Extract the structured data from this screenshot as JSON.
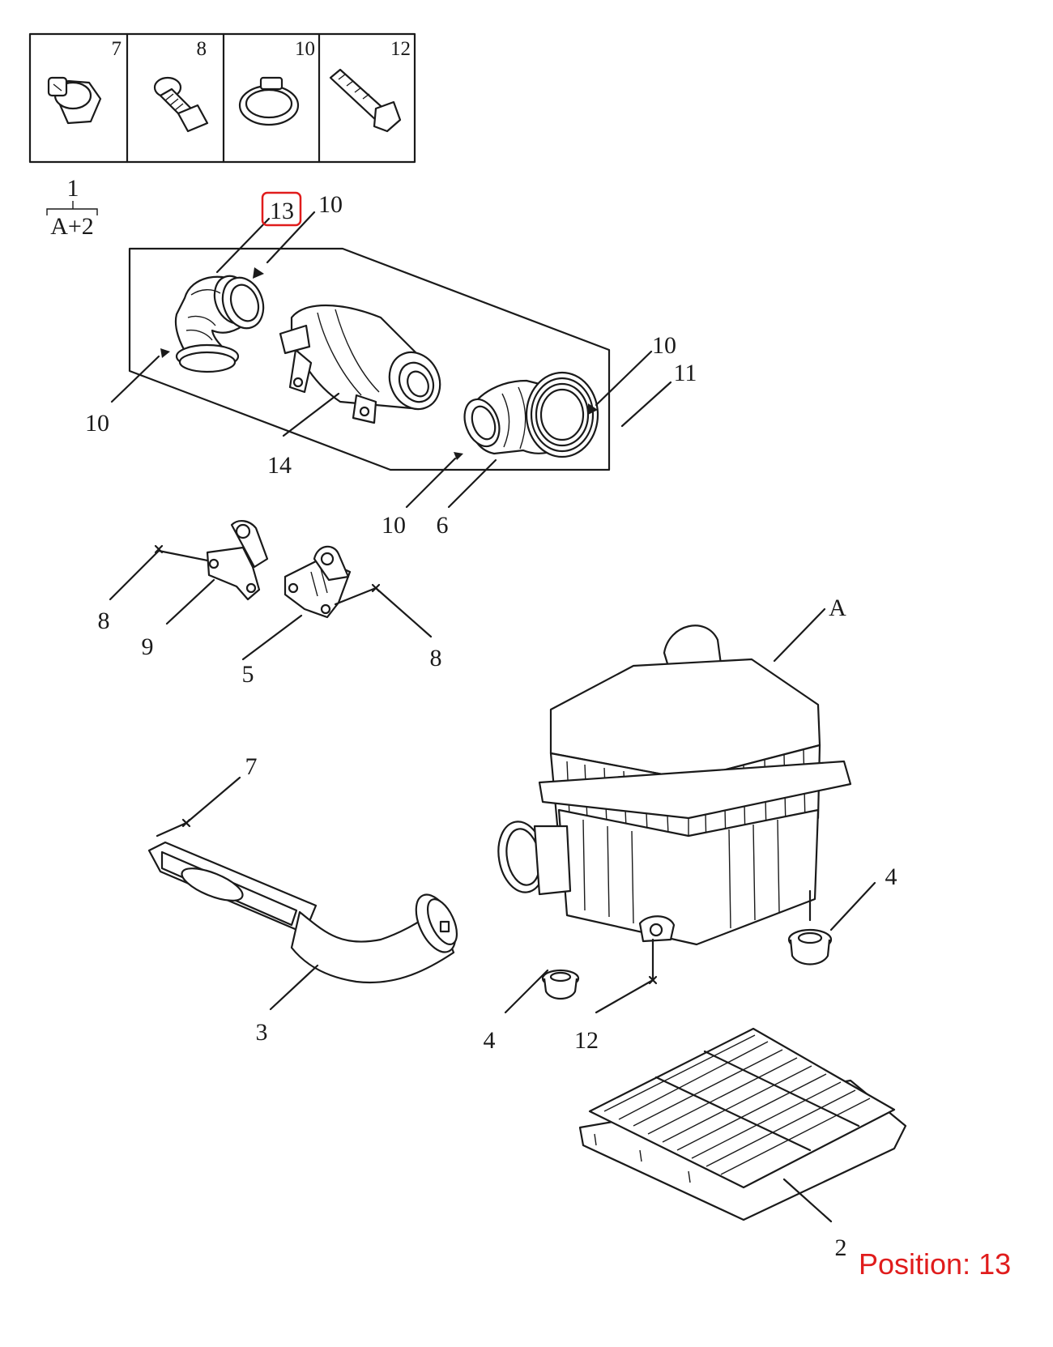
{
  "parts_key": {
    "numbers": [
      "7",
      "8",
      "10",
      "12"
    ],
    "icons": [
      "push-clip-icon",
      "bolt-with-washer-icon",
      "hose-clamp-icon",
      "flange-bolt-icon"
    ]
  },
  "assembly_note": {
    "top": "1",
    "bottom": "A+2"
  },
  "callouts": {
    "c13": "13",
    "c10a": "10",
    "c10b": "10",
    "c10c": "10",
    "c10d": "10",
    "c11": "11",
    "c14": "14",
    "c6": "6",
    "c8a": "8",
    "c8b": "8",
    "c9": "9",
    "c5": "5",
    "c7": "7",
    "c3": "3",
    "cA": "A",
    "c4a": "4",
    "c4b": "4",
    "c12": "12",
    "c2": "2"
  },
  "highlight": {
    "target": "13",
    "color": "#e01c1c"
  },
  "position_label": "Position: 13",
  "colors": {
    "line": "#1a1a1a",
    "accent": "#e01c1c",
    "background": "#ffffff"
  }
}
